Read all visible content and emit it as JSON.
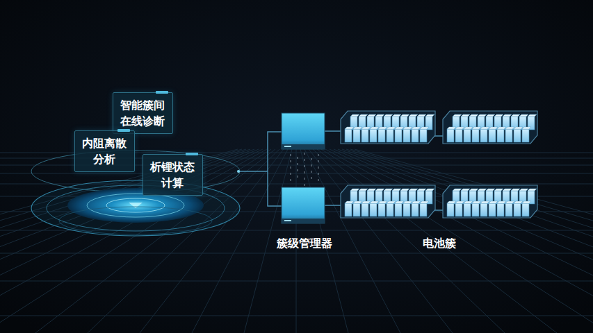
{
  "diagram": {
    "nodes": [
      {
        "text": [
          "智能簇间 在线诊断"
        ]
      },
      {
        "text": [
          "内阻离散 分析"
        ]
      },
      {
        "text": [
          "析锂状态 计算"
        ]
      }
    ],
    "labels": [
      "簇级管理器",
      "电池簇"
    ]
  }
}
